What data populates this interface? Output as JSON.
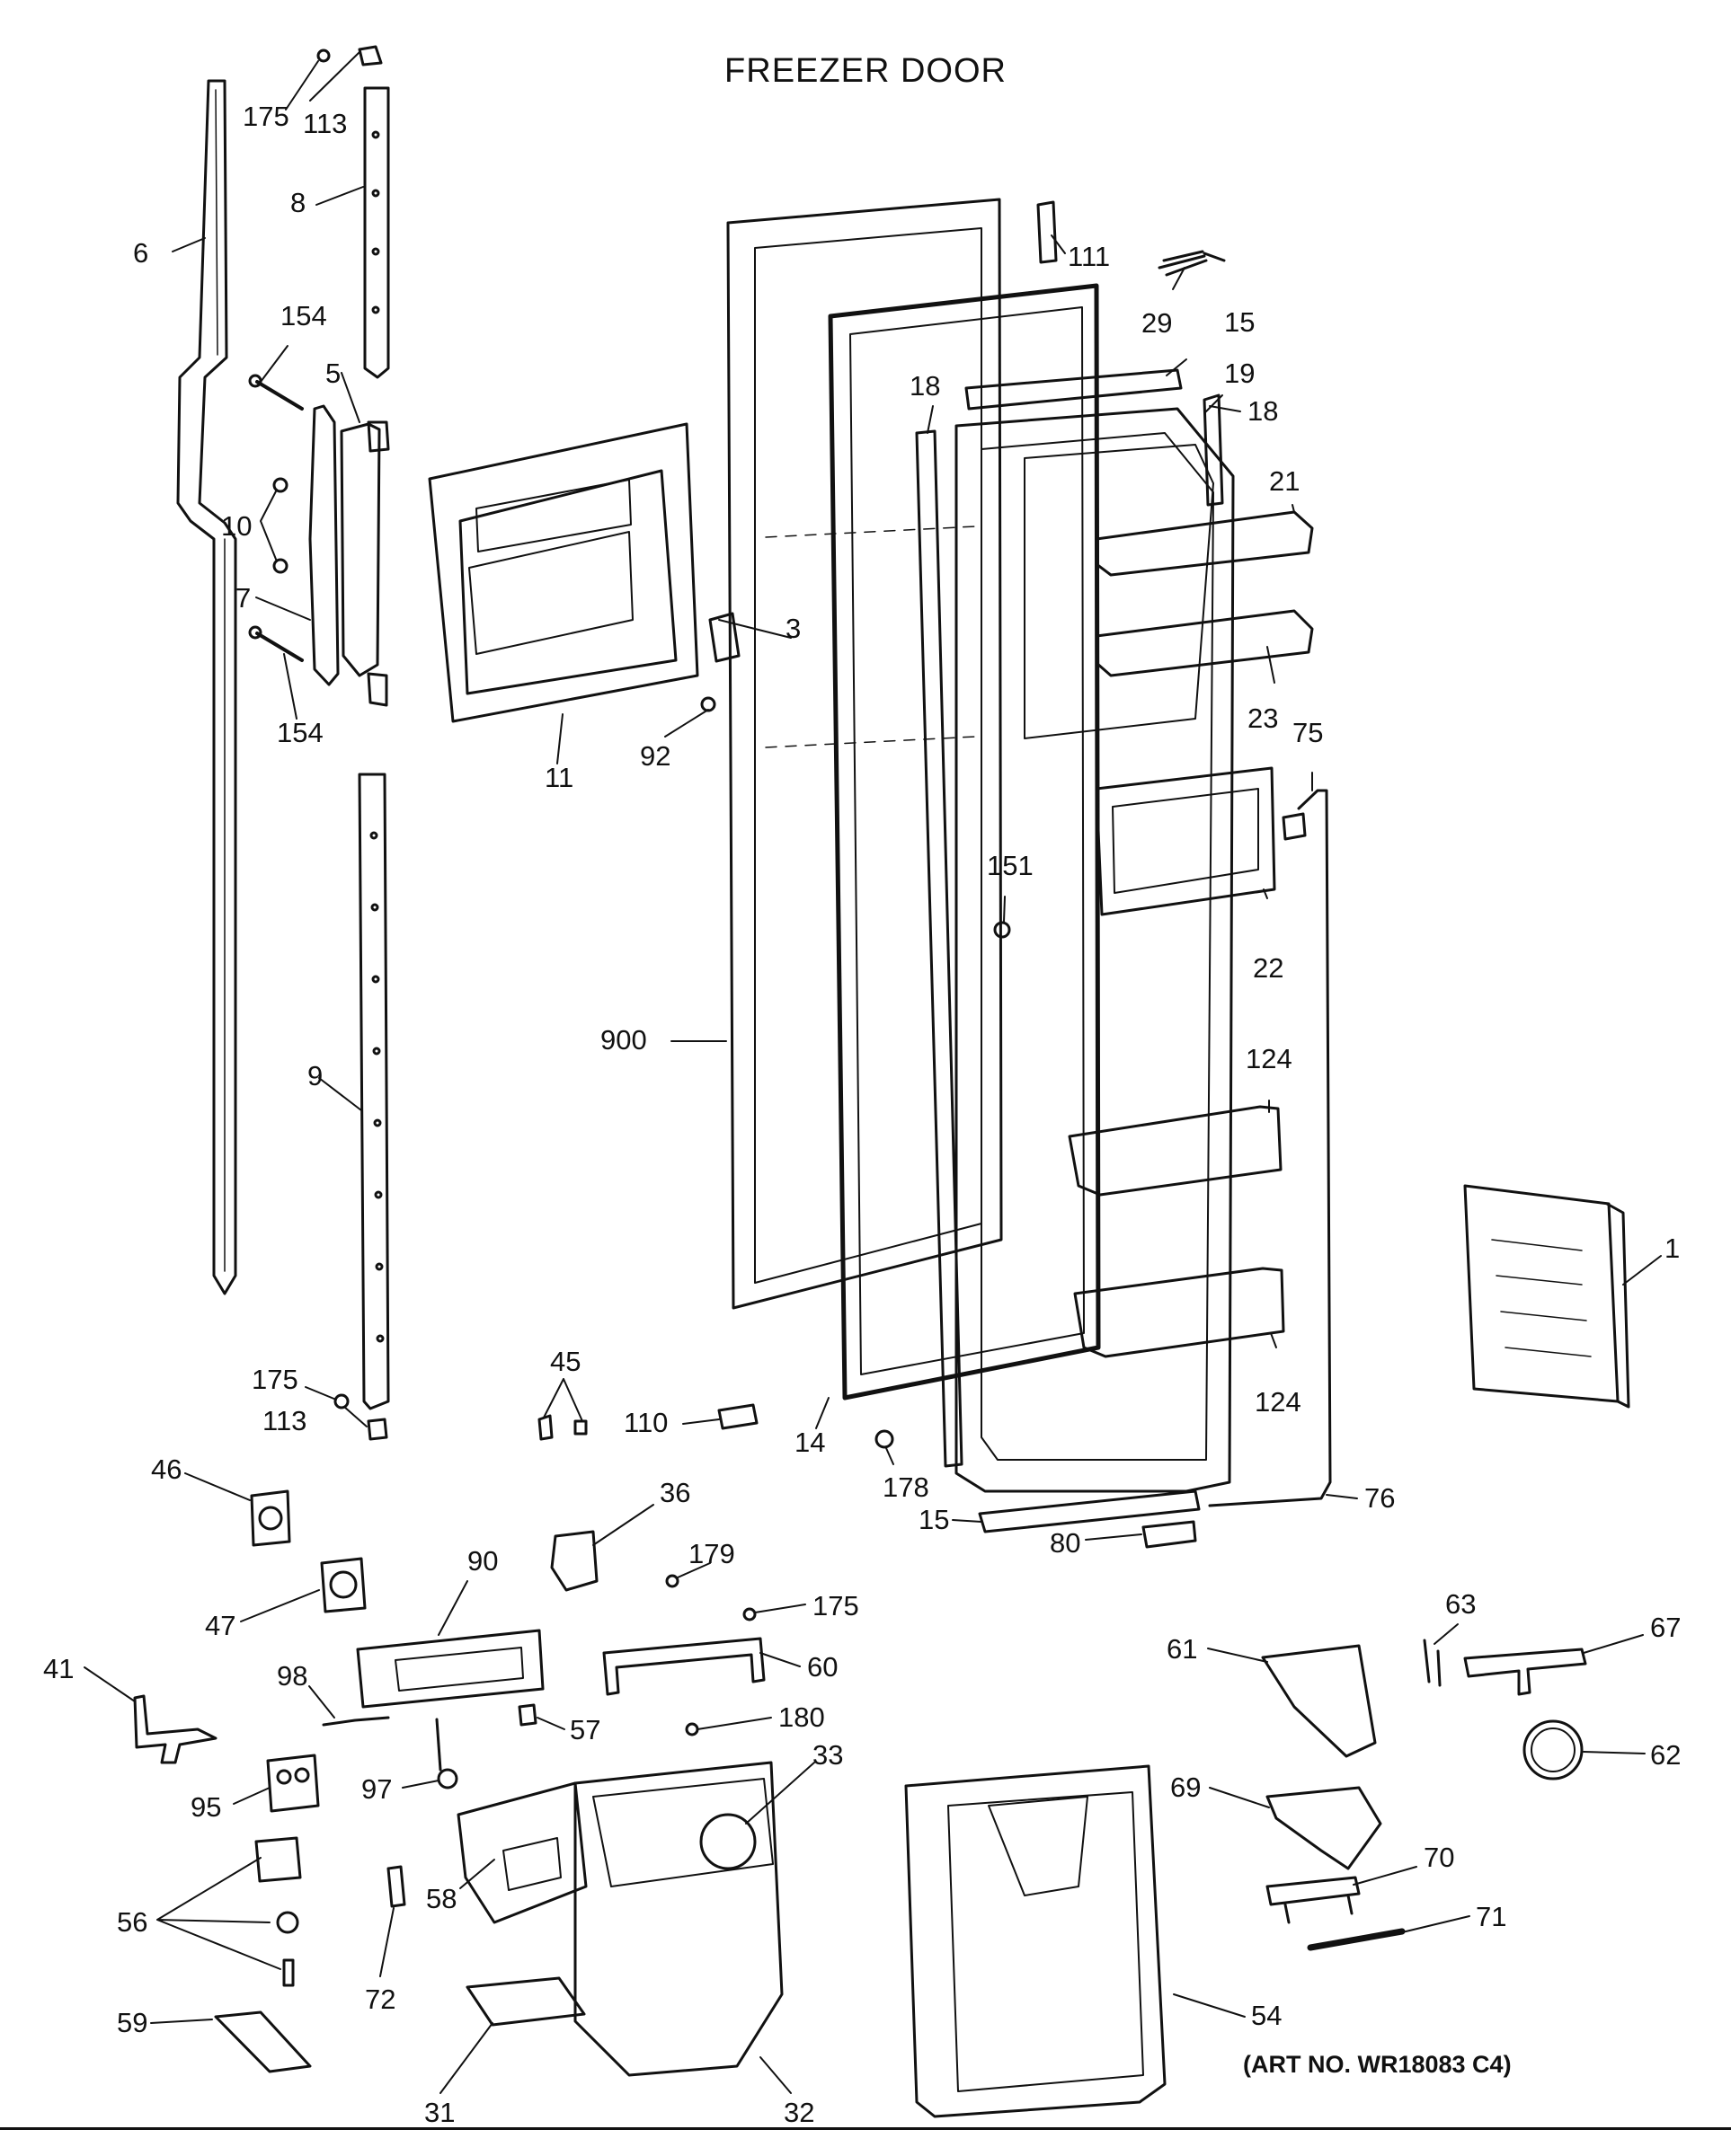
{
  "title": "FREEZER DOOR",
  "art_number": "(ART NO. WR18083 C4)",
  "callouts": [
    {
      "id": "c175a",
      "label": "175"
    },
    {
      "id": "c113a",
      "label": "113"
    },
    {
      "id": "c8",
      "label": "8"
    },
    {
      "id": "c6",
      "label": "6"
    },
    {
      "id": "c154a",
      "label": "154"
    },
    {
      "id": "c5",
      "label": "5"
    },
    {
      "id": "c10",
      "label": "10"
    },
    {
      "id": "c7",
      "label": "7"
    },
    {
      "id": "c154b",
      "label": "154"
    },
    {
      "id": "c11",
      "label": "11"
    },
    {
      "id": "c3",
      "label": "3"
    },
    {
      "id": "c92",
      "label": "92"
    },
    {
      "id": "c9",
      "label": "9"
    },
    {
      "id": "c175b",
      "label": "175"
    },
    {
      "id": "c113b",
      "label": "113"
    },
    {
      "id": "c900",
      "label": "900"
    },
    {
      "id": "c111",
      "label": "111"
    },
    {
      "id": "c29",
      "label": "29"
    },
    {
      "id": "c15a",
      "label": "15"
    },
    {
      "id": "c19",
      "label": "19"
    },
    {
      "id": "c18a",
      "label": "18"
    },
    {
      "id": "c18b",
      "label": "18"
    },
    {
      "id": "c21",
      "label": "21"
    },
    {
      "id": "c23",
      "label": "23"
    },
    {
      "id": "c75",
      "label": "75"
    },
    {
      "id": "c151",
      "label": "151"
    },
    {
      "id": "c22",
      "label": "22"
    },
    {
      "id": "c124a",
      "label": "124"
    },
    {
      "id": "c124b",
      "label": "124"
    },
    {
      "id": "c1",
      "label": "1"
    },
    {
      "id": "c45",
      "label": "45"
    },
    {
      "id": "c110",
      "label": "110"
    },
    {
      "id": "c14",
      "label": "14"
    },
    {
      "id": "c178",
      "label": "178"
    },
    {
      "id": "c15b",
      "label": "15"
    },
    {
      "id": "c80",
      "label": "80"
    },
    {
      "id": "c76",
      "label": "76"
    },
    {
      "id": "c46",
      "label": "46"
    },
    {
      "id": "c36",
      "label": "36"
    },
    {
      "id": "c47",
      "label": "47"
    },
    {
      "id": "c90",
      "label": "90"
    },
    {
      "id": "c179",
      "label": "179"
    },
    {
      "id": "c175c",
      "label": "175"
    },
    {
      "id": "c60",
      "label": "60"
    },
    {
      "id": "c41",
      "label": "41"
    },
    {
      "id": "c98",
      "label": "98"
    },
    {
      "id": "c57",
      "label": "57"
    },
    {
      "id": "c180",
      "label": "180"
    },
    {
      "id": "c33",
      "label": "33"
    },
    {
      "id": "c97",
      "label": "97"
    },
    {
      "id": "c95",
      "label": "95"
    },
    {
      "id": "c61",
      "label": "61"
    },
    {
      "id": "c63",
      "label": "63"
    },
    {
      "id": "c67",
      "label": "67"
    },
    {
      "id": "c62",
      "label": "62"
    },
    {
      "id": "c69",
      "label": "69"
    },
    {
      "id": "c70",
      "label": "70"
    },
    {
      "id": "c71",
      "label": "71"
    },
    {
      "id": "c56",
      "label": "56"
    },
    {
      "id": "c58",
      "label": "58"
    },
    {
      "id": "c72",
      "label": "72"
    },
    {
      "id": "c59",
      "label": "59"
    },
    {
      "id": "c31",
      "label": "31"
    },
    {
      "id": "c32",
      "label": "32"
    },
    {
      "id": "c54",
      "label": "54"
    }
  ]
}
